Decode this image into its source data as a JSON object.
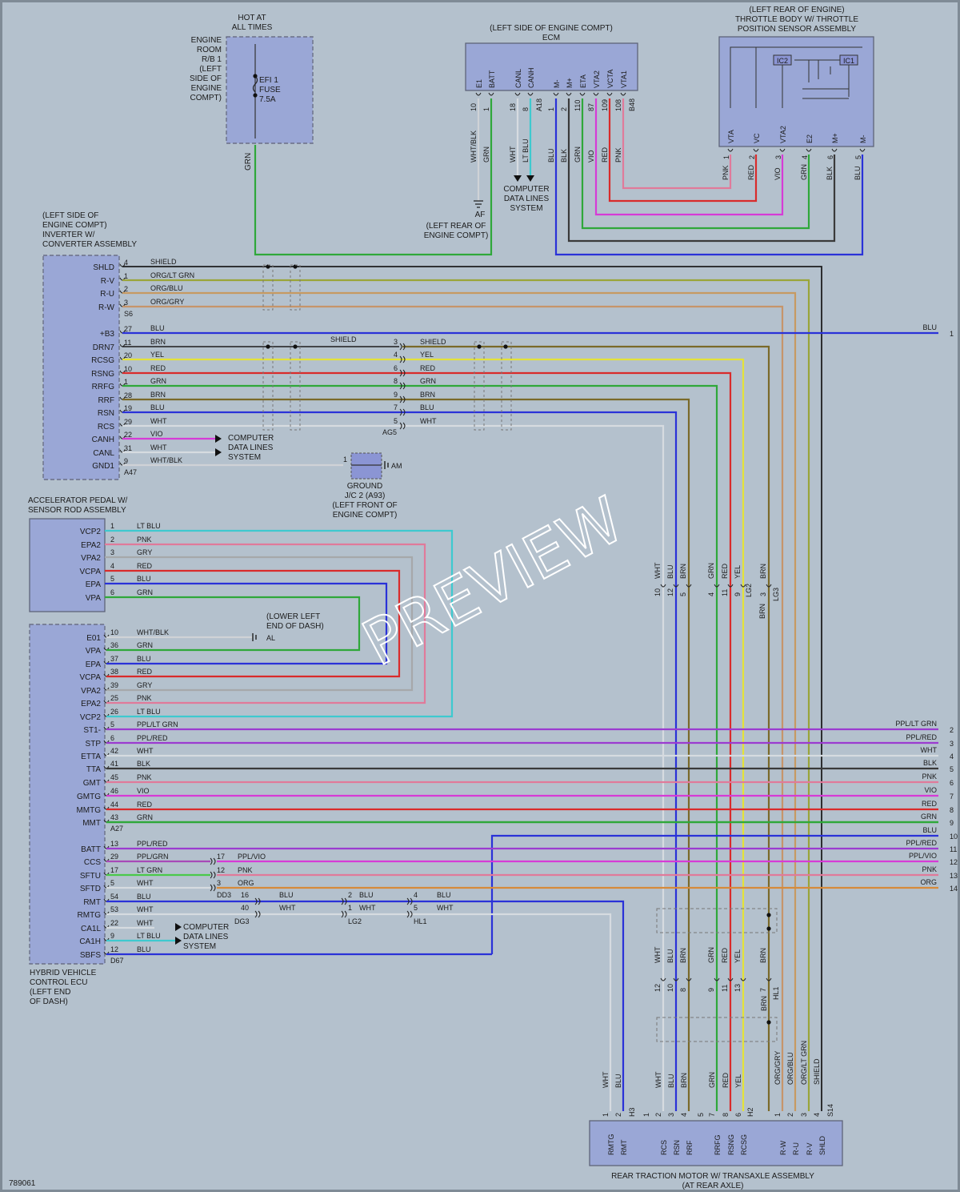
{
  "diagram_id": "789061",
  "watermark": "PREVIEW",
  "fuse_block": {
    "header": [
      "HOT AT",
      "ALL TIMES"
    ],
    "label": [
      "ENGINE",
      "ROOM",
      "R/B 1",
      "(LEFT",
      "SIDE OF",
      "ENGINE",
      "COMPT)"
    ],
    "fuse": [
      "EFI 1",
      "FUSE",
      "7.5A"
    ],
    "wire": "GRN"
  },
  "ecm": {
    "header": [
      "(LEFT SIDE OF ENGINE COMPT)",
      "ECM"
    ],
    "connector": "B48",
    "connector2": "A18",
    "pins": [
      "E1",
      "BATT",
      "CANL",
      "CANH",
      "M-",
      "M+",
      "ETA",
      "VTA2",
      "VCTA",
      "VTA1"
    ],
    "pin_numbers": [
      "10",
      "1",
      "18",
      "8",
      "1",
      "2",
      "110",
      "87",
      "109",
      "108"
    ],
    "wires": [
      "WHT/BLK",
      "GRN",
      "WHT",
      "LT BLU",
      "BLU",
      "BLK",
      "GRN",
      "VIO",
      "RED",
      "PNK"
    ]
  },
  "throttle": {
    "header": [
      "(LEFT REAR OF ENGINE)",
      "THROTTLE BODY W/ THROTTLE",
      "POSITION SENSOR ASSEMBLY"
    ],
    "ics": [
      "IC2",
      "IC1"
    ],
    "pins": [
      "VTA",
      "VC",
      "VTA2",
      "E2",
      "M+",
      "M-"
    ],
    "pin_numbers": [
      "1",
      "2",
      "3",
      "4",
      "6",
      "5"
    ],
    "wires": [
      "PNK",
      "RED",
      "VIO",
      "GRN",
      "BLK",
      "BLU"
    ]
  },
  "ground_af": {
    "id": "AF",
    "label": [
      "(LEFT REAR OF",
      "ENGINE COMPT)"
    ]
  },
  "cds_ecm": [
    "COMPUTER",
    "DATA LINES",
    "SYSTEM"
  ],
  "inverter": {
    "header": [
      "(LEFT SIDE OF",
      "ENGINE COMPT)",
      "INVERTER W/",
      "CONVERTER ASSEMBLY"
    ],
    "conn1": "S6",
    "conn2": "A47",
    "rows": [
      {
        "pin": "SHLD",
        "num": "4",
        "wire": "SHIELD"
      },
      {
        "pin": "R-V",
        "num": "1",
        "wire": "ORG/LT GRN"
      },
      {
        "pin": "R-U",
        "num": "2",
        "wire": "ORG/BLU"
      },
      {
        "pin": "R-W",
        "num": "3",
        "wire": "ORG/GRY"
      },
      {
        "pin": "+B3",
        "num": "27",
        "wire": "BLU"
      },
      {
        "pin": "DRN7",
        "num": "11",
        "wire": "BRN"
      },
      {
        "pin": "RCSG",
        "num": "20",
        "wire": "YEL"
      },
      {
        "pin": "RSNG",
        "num": "10",
        "wire": "RED"
      },
      {
        "pin": "RRFG",
        "num": "1",
        "wire": "GRN"
      },
      {
        "pin": "RRF",
        "num": "28",
        "wire": "BRN"
      },
      {
        "pin": "RSN",
        "num": "19",
        "wire": "BLU"
      },
      {
        "pin": "RCS",
        "num": "29",
        "wire": "WHT"
      },
      {
        "pin": "CANH",
        "num": "22",
        "wire": "VIO"
      },
      {
        "pin": "CANL",
        "num": "31",
        "wire": "WHT"
      },
      {
        "pin": "GND1",
        "num": "9",
        "wire": "WHT/BLK"
      }
    ]
  },
  "ag5": {
    "id": "AG5",
    "pins": [
      "3",
      "4",
      "6",
      "8",
      "9",
      "7",
      "5"
    ],
    "wires": [
      "SHIELD",
      "YEL",
      "RED",
      "GRN",
      "BRN",
      "BLU",
      "WHT"
    ],
    "shield_label": "SHIELD"
  },
  "cds_inv": [
    "COMPUTER",
    "DATA LINES",
    "SYSTEM"
  ],
  "ground_jc": {
    "label": [
      "GROUND",
      "J/C 2 (A93)",
      "(LEFT FRONT OF",
      "ENGINE COMPT)"
    ],
    "pin": "1",
    "id": "AM"
  },
  "accel": {
    "header": [
      "ACCELERATOR PEDAL W/",
      "SENSOR ROD ASSEMBLY"
    ],
    "rows": [
      {
        "pin": "VCP2",
        "num": "1",
        "wire": "LT BLU"
      },
      {
        "pin": "EPA2",
        "num": "2",
        "wire": "PNK"
      },
      {
        "pin": "VPA2",
        "num": "3",
        "wire": "GRY"
      },
      {
        "pin": "VCPA",
        "num": "4",
        "wire": "RED"
      },
      {
        "pin": "EPA",
        "num": "5",
        "wire": "BLU"
      },
      {
        "pin": "VPA",
        "num": "6",
        "wire": "GRN"
      }
    ]
  },
  "ground_al": {
    "label": [
      "(LOWER LEFT",
      "END OF DASH)"
    ],
    "id": "AL"
  },
  "hvecu": {
    "footer": [
      "HYBRID VEHICLE",
      "CONTROL ECU",
      "(LEFT END",
      "OF DASH)"
    ],
    "conn_a27": "A27",
    "conn_d67": "D67",
    "rows": [
      {
        "pin": "E01",
        "num": "10",
        "wire": "WHT/BLK"
      },
      {
        "pin": "VPA",
        "num": "36",
        "wire": "GRN"
      },
      {
        "pin": "EPA",
        "num": "37",
        "wire": "BLU"
      },
      {
        "pin": "VCPA",
        "num": "38",
        "wire": "RED"
      },
      {
        "pin": "VPA2",
        "num": "39",
        "wire": "GRY"
      },
      {
        "pin": "EPA2",
        "num": "25",
        "wire": "PNK"
      },
      {
        "pin": "VCP2",
        "num": "26",
        "wire": "LT BLU"
      },
      {
        "pin": "ST1-",
        "num": "5",
        "wire": "PPL/LT GRN"
      },
      {
        "pin": "STP",
        "num": "6",
        "wire": "PPL/RED"
      },
      {
        "pin": "ETTA",
        "num": "42",
        "wire": "WHT"
      },
      {
        "pin": "TTA",
        "num": "41",
        "wire": "BLK"
      },
      {
        "pin": "GMT",
        "num": "45",
        "wire": "PNK"
      },
      {
        "pin": "GMTG",
        "num": "46",
        "wire": "VIO"
      },
      {
        "pin": "MMTG",
        "num": "44",
        "wire": "RED"
      },
      {
        "pin": "MMT",
        "num": "43",
        "wire": "GRN"
      },
      {
        "pin": "BATT",
        "num": "13",
        "wire": "PPL/RED"
      },
      {
        "pin": "CCS",
        "num": "29",
        "wire": "PPL/GRN"
      },
      {
        "pin": "SFTU",
        "num": "17",
        "wire": "LT GRN"
      },
      {
        "pin": "SFTD",
        "num": "5",
        "wire": "WHT"
      },
      {
        "pin": "RMT",
        "num": "54",
        "wire": "BLU"
      },
      {
        "pin": "RMTG",
        "num": "53",
        "wire": "WHT"
      },
      {
        "pin": "CA1L",
        "num": "22",
        "wire": "WHT"
      },
      {
        "pin": "CA1H",
        "num": "9",
        "wire": "LT BLU"
      },
      {
        "pin": "SBFS",
        "num": "12",
        "wire": "BLU"
      }
    ]
  },
  "dd3": {
    "id": "DD3",
    "pins": [
      "17",
      "12",
      "3"
    ],
    "wires": [
      "PPL/VIO",
      "PNK",
      "ORG"
    ]
  },
  "dg3": {
    "id": "DG3",
    "pins": [
      "16",
      "40"
    ],
    "wires": [
      "BLU",
      "WHT"
    ]
  },
  "lg2": {
    "id": "LG2",
    "pins": [
      "2",
      "1"
    ],
    "wires": [
      "BLU",
      "WHT"
    ]
  },
  "hl1": {
    "id": "HL1",
    "pins": [
      "4",
      "5"
    ],
    "wires": [
      "BLU",
      "WHT"
    ]
  },
  "cds_hv": [
    "COMPUTER",
    "DATA LINES",
    "SYSTEM"
  ],
  "right_offpage": [
    {
      "wire": "BLU",
      "num": "1"
    },
    {
      "wire": "PPL/LT GRN",
      "num": "2"
    },
    {
      "wire": "PPL/RED",
      "num": "3"
    },
    {
      "wire": "WHT",
      "num": "4"
    },
    {
      "wire": "BLK",
      "num": "5"
    },
    {
      "wire": "PNK",
      "num": "6"
    },
    {
      "wire": "VIO",
      "num": "7"
    },
    {
      "wire": "RED",
      "num": "8"
    },
    {
      "wire": "GRN",
      "num": "9"
    },
    {
      "wire": "BLU",
      "num": "10"
    },
    {
      "wire": "PPL/RED",
      "num": "11"
    },
    {
      "wire": "PPL/VIO",
      "num": "12"
    },
    {
      "wire": "PNK",
      "num": "13"
    },
    {
      "wire": "ORG",
      "num": "14"
    }
  ],
  "mid_connector": {
    "lg2": "LG2",
    "lg3": "LG3",
    "wires": [
      "WHT",
      "BLU",
      "BRN",
      "GRN",
      "RED",
      "YEL",
      "BRN"
    ],
    "pins": [
      "10",
      "12",
      "5",
      "4",
      "11",
      "9",
      "3"
    ],
    "extra": "BRN"
  },
  "lower_connector": {
    "id": "HL1",
    "wires": [
      "WHT",
      "BLU",
      "BRN",
      "GRN",
      "RED",
      "YEL",
      "BRN"
    ],
    "pins": [
      "12",
      "10",
      "8",
      "9",
      "11",
      "13",
      "7"
    ]
  },
  "rear_motor": {
    "footer": [
      "REAR TRACTION MOTOR W/ TRANSAXLE ASSEMBLY",
      "(AT REAR AXLE)"
    ],
    "conn_h3": "H3",
    "conn_h2": "H2",
    "conn_s14": "S14",
    "pins_h3": [
      {
        "pin": "RMTG",
        "num": "1",
        "wire": "WHT"
      },
      {
        "pin": "RMT",
        "num": "2",
        "wire": "BLU"
      }
    ],
    "pins_h2": [
      {
        "pin": "RCS",
        "num": "2",
        "wire": "WHT"
      },
      {
        "pin": "RSN",
        "num": "3",
        "wire": "BLU"
      },
      {
        "pin": "RRF",
        "num": "4",
        "wire": "BRN"
      },
      {
        "pin": "RRFG",
        "num": "7",
        "wire": "GRN"
      },
      {
        "pin": "RSNG",
        "num": "8",
        "wire": "RED"
      },
      {
        "pin": "RCSG",
        "num": "6",
        "wire": "YEL"
      }
    ],
    "h2_extra": [
      "1",
      "5"
    ],
    "pins_s14": [
      {
        "pin": "R-W",
        "num": "1",
        "wire": "ORG/GRY"
      },
      {
        "pin": "R-U",
        "num": "2",
        "wire": "ORG/BLU"
      },
      {
        "pin": "R-V",
        "num": "3",
        "wire": "ORG/LT GRN"
      },
      {
        "pin": "SHLD",
        "num": "4",
        "wire": "SHIELD"
      }
    ]
  },
  "colors": {
    "BLU": "#2a32d8",
    "RED": "#d92b2b",
    "GRN": "#2fa83a",
    "YEL": "#e4e238",
    "BRN": "#7a6a2a",
    "WHT": "#d6dbe0",
    "BLK": "#3a3a3a",
    "VIO": "#d63bd6",
    "PNK": "#e07a9a",
    "GRY": "#a6a8aa",
    "LTBLU": "#3ec9cf",
    "ORG": "#d68a3a",
    "PPL": "#9b3bd0",
    "ORGLTGRN": "#9aa53a",
    "ORGBLU": "#c79a62",
    "ORGGRY": "#c6956a",
    "WHTBLK": "#cfd2d6",
    "PPLGRN": "#a84ab8",
    "LTGRN": "#4ac94a",
    "SHIELD": "#1e1e1e"
  }
}
